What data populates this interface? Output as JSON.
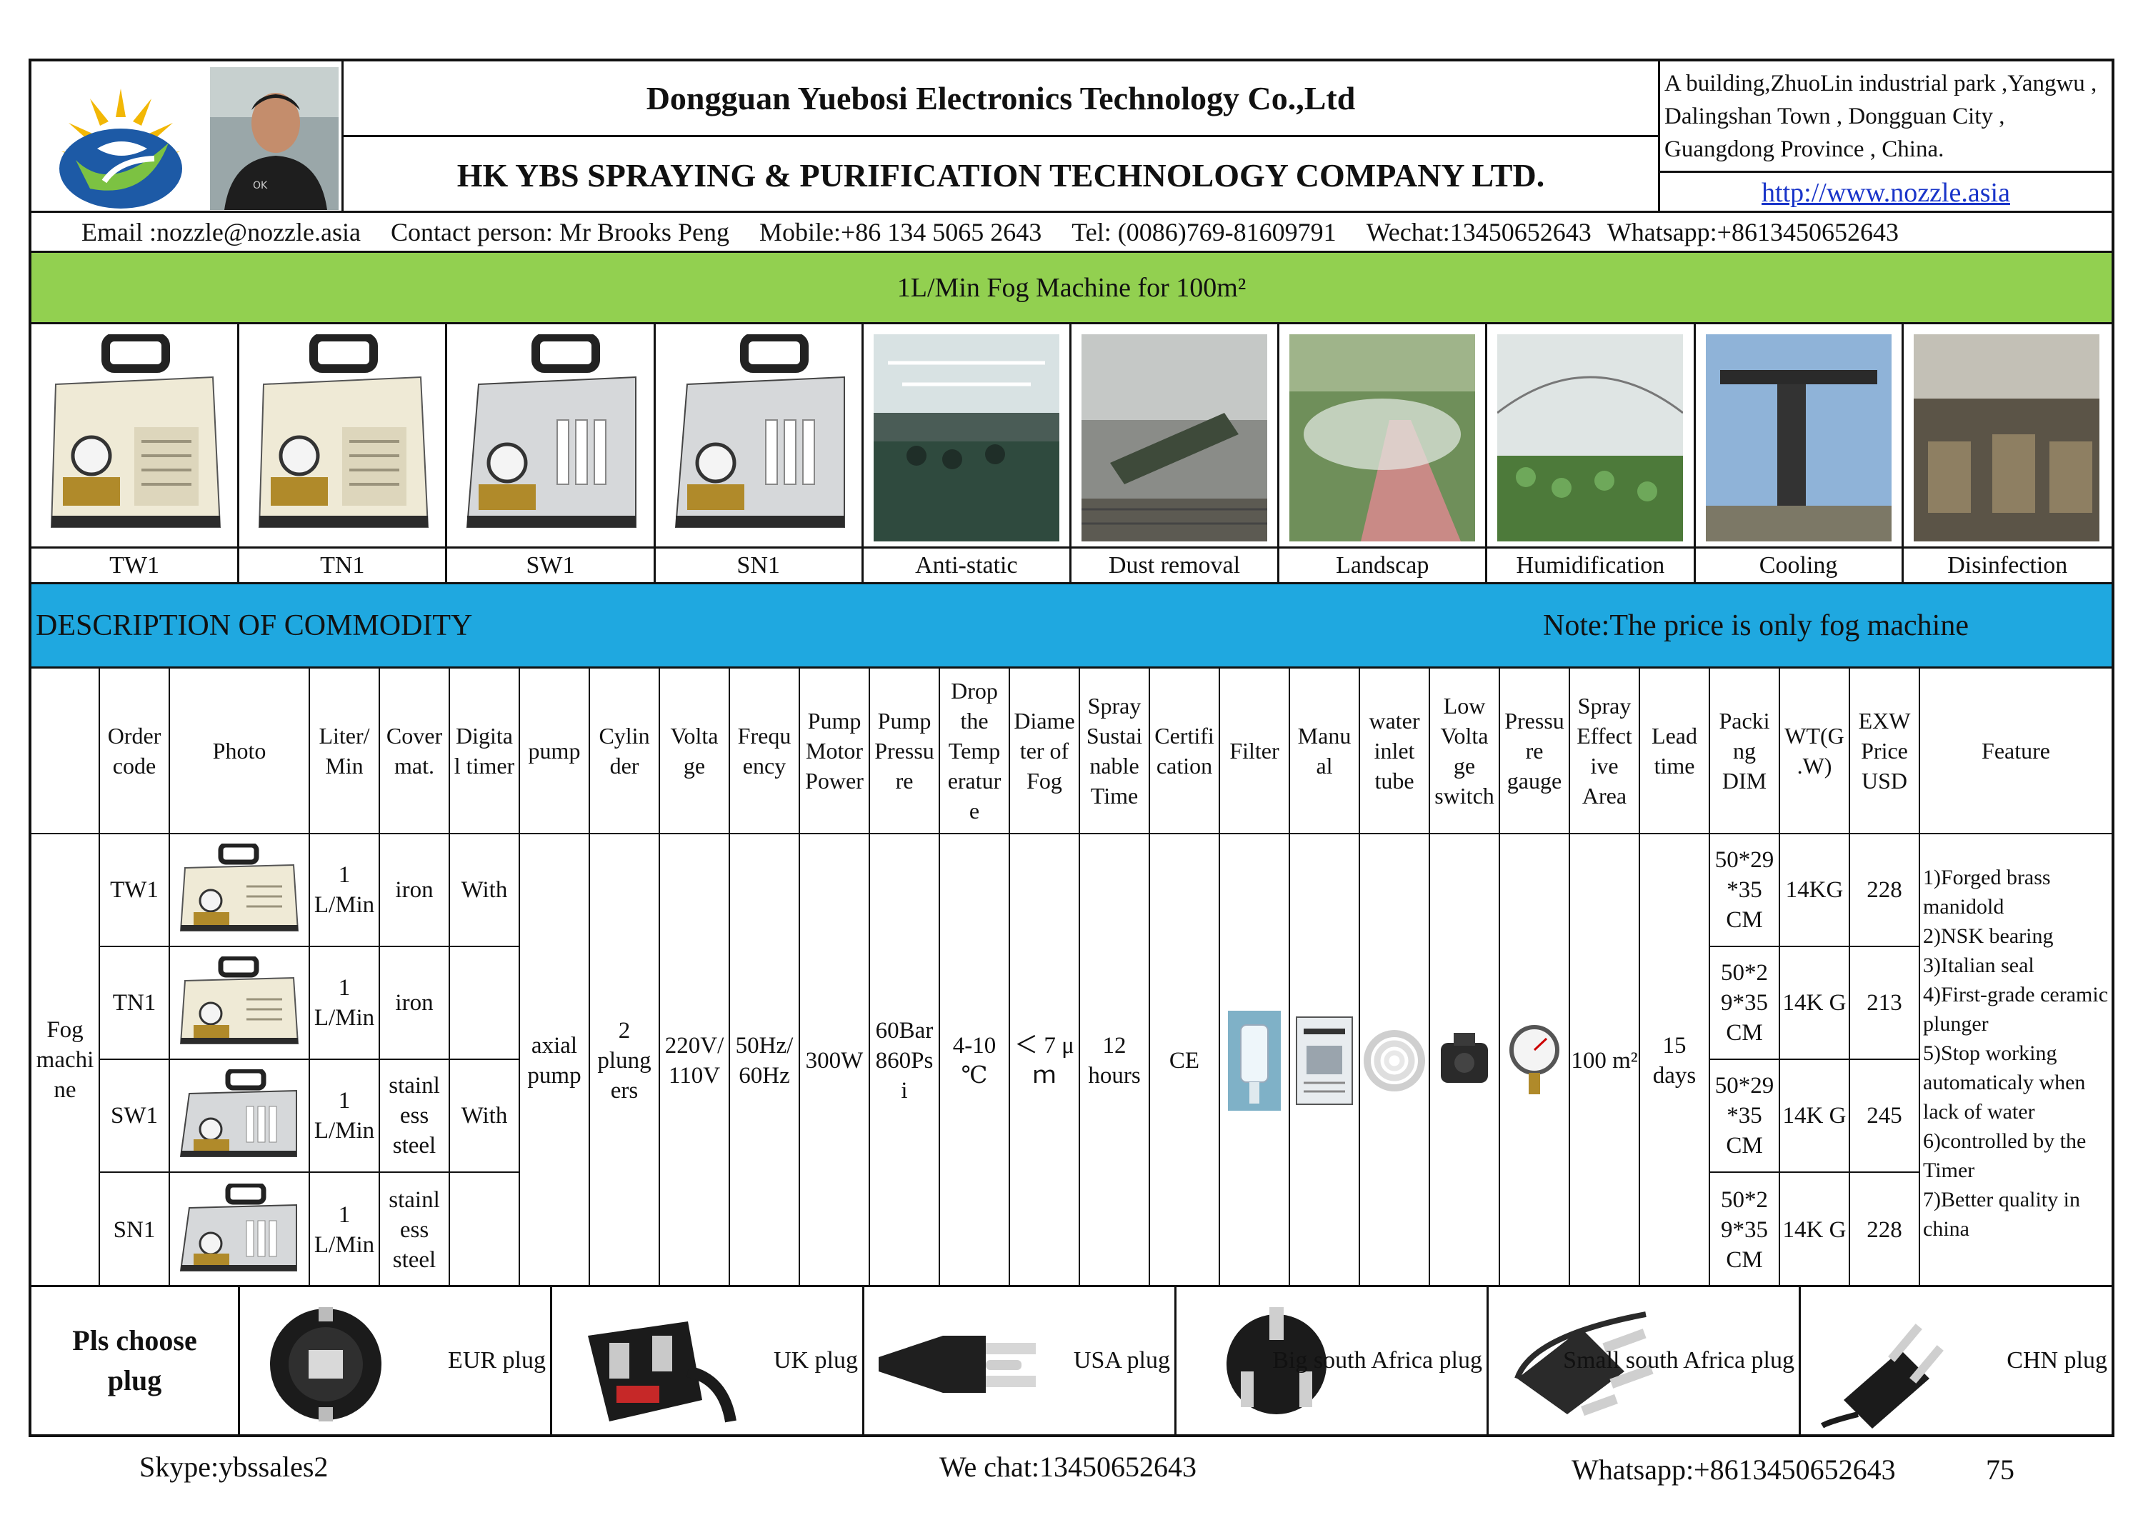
{
  "header": {
    "company_cn": "Dongguan Yuebosi Electronics Technology Co.,Ltd",
    "company_hk": "HK YBS SPRAYING & PURIFICATION TECHNOLOGY COMPANY LTD.",
    "address_lines": [
      "A building,ZhuoLin industrial park ,Yangwu ,",
      "Dalingshan Town , Dongguan City ,",
      "Guangdong Province , China."
    ],
    "url": "http://www.nozzle.asia"
  },
  "contact": {
    "email": "Email :nozzle@nozzle.asia",
    "person": "Contact person: Mr Brooks Peng",
    "mobile": "Mobile:+86 134 5065 2643",
    "tel": "Tel: (0086)769-81609791",
    "wechat": "Wechat:13450652643",
    "whatsapp": "Whatsapp:+8613450652643"
  },
  "title_banner": "1L/Min Fog Machine for 100m²",
  "gallery": [
    "TW1",
    "TN1",
    "SW1",
    "SN1",
    "Anti-static",
    "Dust removal",
    "Landscap",
    "Humidification",
    "Cooling",
    "Disinfection"
  ],
  "description_banner": {
    "left": "DESCRIPTION OF COMMODITY",
    "right": "Note:The price is only fog machine"
  },
  "table": {
    "headers": [
      "Order code",
      "Photo",
      "Liter/ Min",
      "Cover mat.",
      "Digita l timer",
      "pump",
      "Cylin der",
      "Volta ge",
      "Frequ ency",
      "Pump Motor Power",
      "Pump Pressu re",
      "Drop the Temp eratur e",
      "Diame ter of Fog",
      "Spray Sustai nable Time",
      "Certifi cation",
      "Filter",
      "Manu al",
      "water inlet tube",
      "Low Volta ge switch",
      "Pressu re gauge",
      "Spray Effect ive Area",
      "Lead time",
      "Packi ng DIM",
      "WT(G .W)",
      "EXW Price USD",
      "Feature"
    ],
    "category": "Fog machi ne",
    "rows": [
      {
        "code": "TW1",
        "liter": "1 L/Min",
        "cover": "iron",
        "timer": "With",
        "dim": "50*29 *35 CM",
        "wt": "14KG",
        "price": "228"
      },
      {
        "code": "TN1",
        "liter": "1 L/Min",
        "cover": "iron",
        "timer": "",
        "dim": "50*2 9*35 CM",
        "wt": "14K G",
        "price": "213"
      },
      {
        "code": "SW1",
        "liter": "1 L/Min",
        "cover": "stainl ess steel",
        "timer": "With",
        "dim": "50*29 *35 CM",
        "wt": "14K G",
        "price": "245"
      },
      {
        "code": "SN1",
        "liter": "1 L/Min",
        "cover": "stainl ess steel",
        "timer": "",
        "dim": "50*2 9*35 CM",
        "wt": "14K G",
        "price": "228"
      }
    ],
    "shared": {
      "pump": "axial pump",
      "cylinder": "2 plung ers",
      "voltage": "220V/ 110V",
      "frequency": "50Hz/ 60Hz",
      "power": "300W",
      "pressure": "60Bar 860Ps i",
      "temp": "4-10 ℃",
      "fog": "＜ 7 μｍ",
      "time": "12 hours",
      "cert": "CE",
      "area": "100 m²",
      "lead": "15 days"
    },
    "features": [
      "1)Forged brass manidold",
      "2)NSK bearing",
      "3)Italian seal",
      "4)First-grade ceramic plunger",
      "5)Stop working automaticaly when lack of water",
      "6)controlled by the Timer",
      "7)Better quality in china"
    ]
  },
  "plugs": {
    "title": "Pls choose plug",
    "items": [
      "EUR plug",
      "UK plug",
      "USA plug",
      "Big south Africa plug",
      "Small south Africa plug",
      "CHN plug"
    ]
  },
  "footer": {
    "skype": "Skype:ybssales2",
    "wechat": "We chat:13450652643",
    "whatsapp": "Whatsapp:+8613450652643",
    "page": "75"
  }
}
